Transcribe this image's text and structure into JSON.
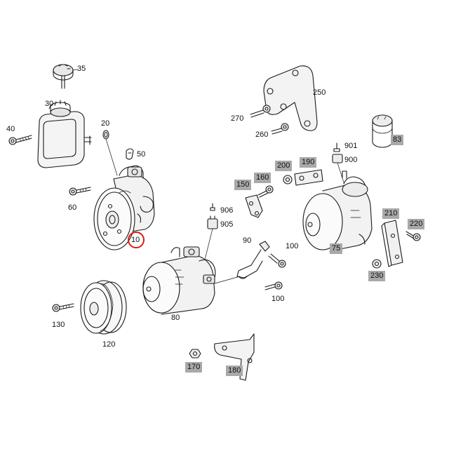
{
  "diagram": {
    "highlight_color": "#d81b1b",
    "box_color": "#a9a9a9",
    "callouts": {
      "c35": "35",
      "c30": "30",
      "c40": "40",
      "c20": "20",
      "c50": "50",
      "c60": "60",
      "c10": "10",
      "c130": "130",
      "c120": "120",
      "c80": "80",
      "c906": "906",
      "c905": "905",
      "c90": "90",
      "c100a": "100",
      "c100b": "100",
      "c150": "150",
      "c160": "160",
      "c200": "200",
      "c190": "190",
      "c901": "901",
      "c900": "900",
      "c250": "250",
      "c270": "270",
      "c260": "260",
      "c83": "83",
      "c75": "75",
      "c210": "210",
      "c220": "220",
      "c230": "230",
      "c170": "170",
      "c180": "180"
    }
  }
}
